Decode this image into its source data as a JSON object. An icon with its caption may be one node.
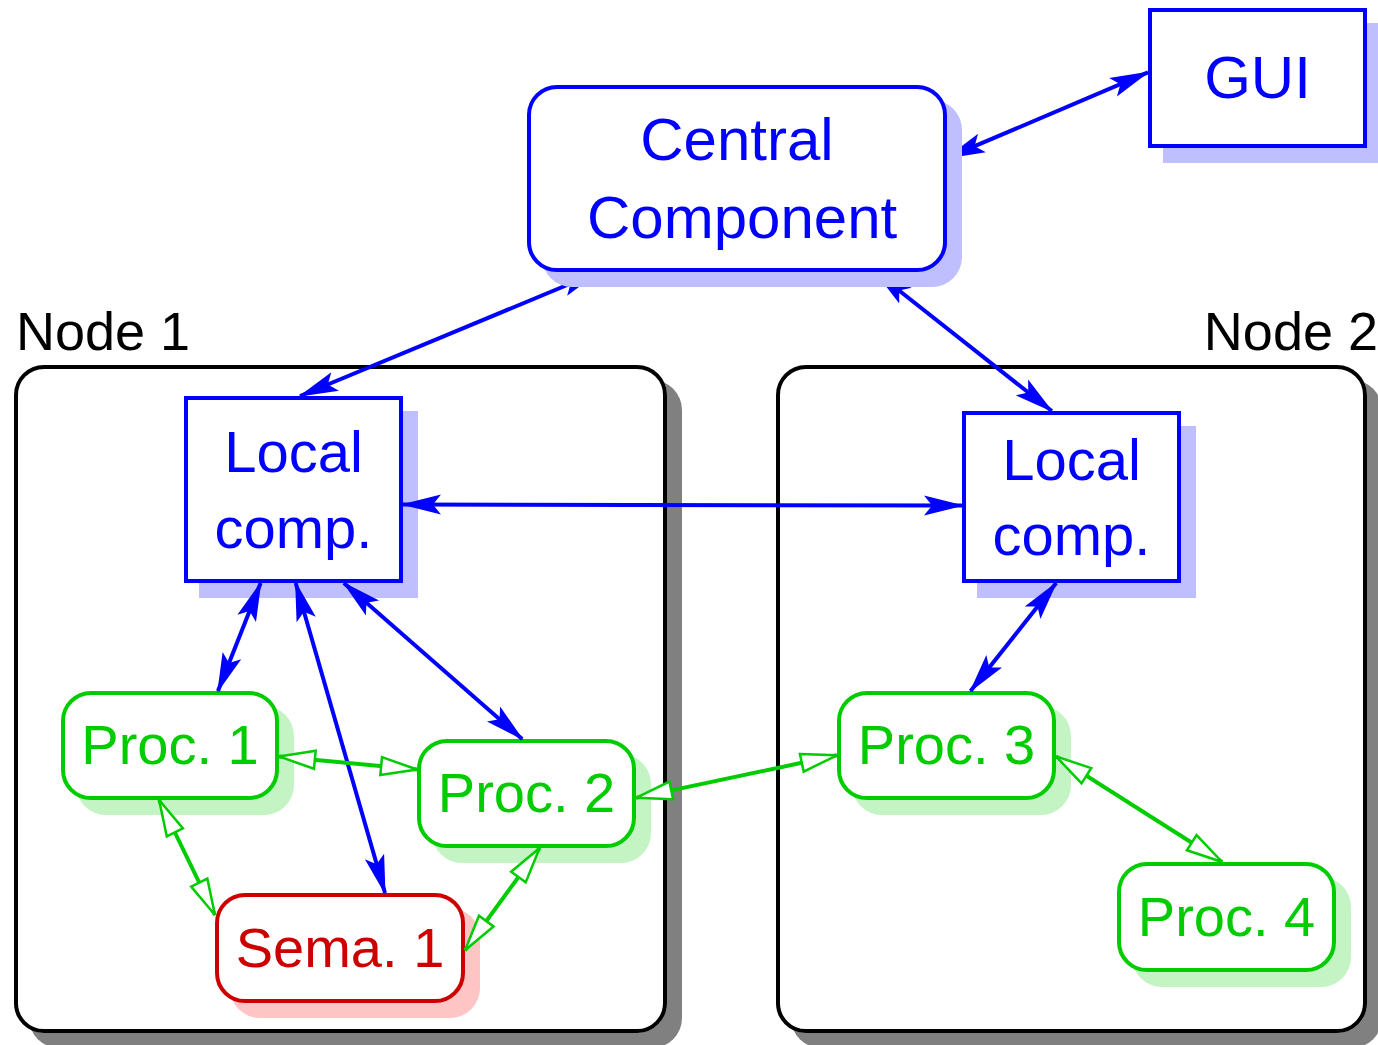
{
  "diagram": {
    "nodes": [
      {
        "text": [
          "Central Component"
        ]
      },
      {
        "text": [
          "GUI"
        ]
      },
      {
        "text": [
          "Node 1"
        ]
      },
      {
        "text": [
          "Local comp."
        ],
        "in": 2
      },
      {
        "text": [
          "Proc. 1"
        ],
        "in": 2
      },
      {
        "text": [
          "Proc. 2"
        ],
        "in": 2
      },
      {
        "text": [
          "Sema. 1"
        ],
        "in": 2
      },
      {
        "text": [
          "Node 2"
        ]
      },
      {
        "text": [
          "Local comp."
        ],
        "in": 7
      },
      {
        "text": [
          "Proc. 3"
        ],
        "in": 7
      },
      {
        "text": [
          "Proc. 4"
        ],
        "in": 7
      }
    ],
    "edges": [
      {
        "from": 0,
        "to": 1,
        "arrow": "both"
      },
      {
        "from": 0,
        "to": 3,
        "arrow": "both"
      },
      {
        "from": 0,
        "to": 8,
        "arrow": "both"
      },
      {
        "from": 3,
        "to": 8,
        "arrow": "both"
      },
      {
        "from": 3,
        "to": 4,
        "arrow": "both"
      },
      {
        "from": 3,
        "to": 6,
        "arrow": "both"
      },
      {
        "from": 3,
        "to": 5,
        "arrow": "both"
      },
      {
        "from": 8,
        "to": 9,
        "arrow": "both"
      },
      {
        "from": 4,
        "to": 5,
        "arrow": "both",
        "color": "#00cc00"
      },
      {
        "from": 4,
        "to": 6,
        "arrow": "both",
        "color": "#00cc00"
      },
      {
        "from": 5,
        "to": 6,
        "arrow": "both",
        "color": "#00cc00"
      },
      {
        "from": 5,
        "to": 9,
        "arrow": "both",
        "color": "#00cc00"
      },
      {
        "from": 9,
        "to": 10,
        "arrow": "both",
        "color": "#00cc00"
      }
    ]
  }
}
